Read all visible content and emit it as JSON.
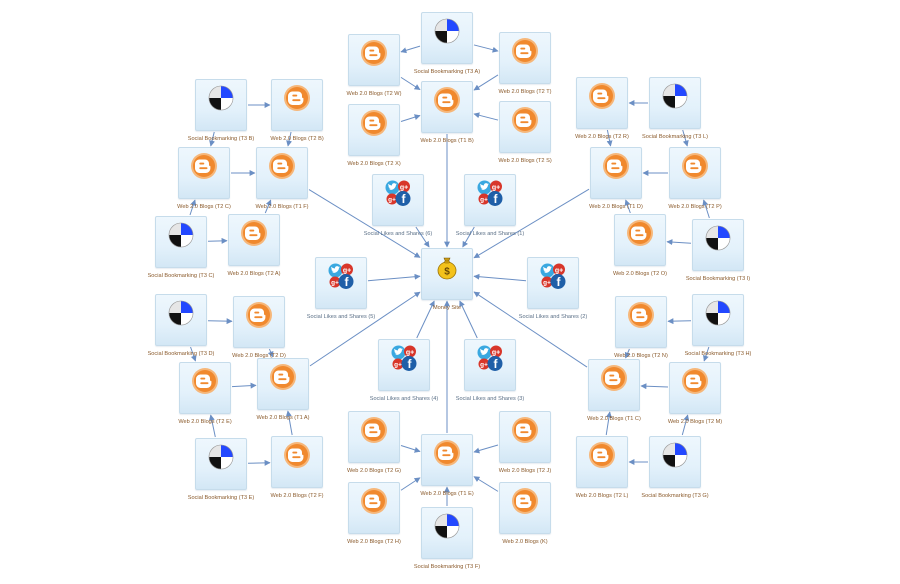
{
  "colors": {
    "edge": "#6b8fc4",
    "node_border": "#c6dceb",
    "blogger_orange": "#f0892e",
    "blogger_ring": "#f6b77a",
    "social_blue": "#1f5fa8",
    "bookmark_blue": "#2348ff"
  },
  "center": {
    "label": "Money Site",
    "icon": "money-bag-icon"
  },
  "social_likes": [
    {
      "id": "s1",
      "label": "Social Likes and Shares (1)",
      "icon": "social-cluster-icon"
    },
    {
      "id": "s2",
      "label": "Social Likes and Shares (2)",
      "icon": "social-cluster-icon"
    },
    {
      "id": "s3",
      "label": "Social Likes and Shares (3)",
      "icon": "social-cluster-icon"
    },
    {
      "id": "s4",
      "label": "Social Likes and Shares (4)",
      "icon": "social-cluster-icon"
    },
    {
      "id": "s5",
      "label": "Social Likes and Shares (5)",
      "icon": "social-cluster-icon"
    },
    {
      "id": "s6",
      "label": "Social Likes and Shares (6)",
      "icon": "social-cluster-icon"
    }
  ],
  "tier1": [
    {
      "id": "T1A",
      "label": "Web 2.0 Blogs (T1 A)",
      "icon": "blogger-icon"
    },
    {
      "id": "T1B",
      "label": "Web 2.0 Blogs (T1 B)",
      "icon": "blogger-icon"
    },
    {
      "id": "T1C",
      "label": "Web 2.0 Blogs (T1 C)",
      "icon": "blogger-icon"
    },
    {
      "id": "T1D",
      "label": "Web 2.0 Blogs (T1 D)",
      "icon": "blogger-icon"
    },
    {
      "id": "T1E",
      "label": "Web 2.0 Blogs (T1 E)",
      "icon": "blogger-icon"
    },
    {
      "id": "T1F",
      "label": "Web 2.0 Blogs (T1 F)",
      "icon": "blogger-icon"
    }
  ],
  "tier2": [
    {
      "id": "T2A",
      "label": "Web 2.0 Blogs (T2 A)",
      "icon": "blogger-icon"
    },
    {
      "id": "T2B",
      "label": "Web 2.0 Blogs (T2 B)",
      "icon": "blogger-icon"
    },
    {
      "id": "T2C",
      "label": "Web 2.0 Blogs (T2 C)",
      "icon": "blogger-icon"
    },
    {
      "id": "T2D",
      "label": "Web 2.0 Blogs (T2 D)",
      "icon": "blogger-icon"
    },
    {
      "id": "T2E",
      "label": "Web 2.0 Blogs (T2 E)",
      "icon": "blogger-icon"
    },
    {
      "id": "T2F",
      "label": "Web 2.0 Blogs (T2 F)",
      "icon": "blogger-icon"
    },
    {
      "id": "T2G",
      "label": "Web 2.0 Blogs (T2 G)",
      "icon": "blogger-icon"
    },
    {
      "id": "T2H",
      "label": "Web 2.0 Blogs (T2 H)",
      "icon": "blogger-icon"
    },
    {
      "id": "T2J",
      "label": "Web 2.0 Blogs (T2 J)",
      "icon": "blogger-icon"
    },
    {
      "id": "T2K",
      "label": "Web 2.0 Blogs (K)",
      "icon": "blogger-icon"
    },
    {
      "id": "T2L",
      "label": "Web 2.0 Blogs (T2 L)",
      "icon": "blogger-icon"
    },
    {
      "id": "T2M",
      "label": "Web 2.0 Blogs (T2 M)",
      "icon": "blogger-icon"
    },
    {
      "id": "T2N",
      "label": "Web 2.0 Blogs (T2 N)",
      "icon": "blogger-icon"
    },
    {
      "id": "T2O",
      "label": "Web 2.0 Blogs (T2 O)",
      "icon": "blogger-icon"
    },
    {
      "id": "T2P",
      "label": "Web 2.0 Blogs (T2 P)",
      "icon": "blogger-icon"
    },
    {
      "id": "T2R",
      "label": "Web 2.0 Blogs (T2 R)",
      "icon": "blogger-icon"
    },
    {
      "id": "T2S",
      "label": "Web 2.0 Blogs (T2 S)",
      "icon": "blogger-icon"
    },
    {
      "id": "T2T",
      "label": "Web 2.0 Blogs (T2 T)",
      "icon": "blogger-icon"
    },
    {
      "id": "T2W",
      "label": "Web 2.0 Blogs (T2 W)",
      "icon": "blogger-icon"
    },
    {
      "id": "T2X",
      "label": "Web 2.0 Blogs (T2 X)",
      "icon": "blogger-icon"
    }
  ],
  "tier3": [
    {
      "id": "T3A",
      "label": "Social Bookmarking (T3 A)",
      "icon": "bookmark-quadrant-icon"
    },
    {
      "id": "T3B",
      "label": "Social Bookmarking (T3 B)",
      "icon": "bookmark-quadrant-icon"
    },
    {
      "id": "T3C",
      "label": "Social Bookmarking (T3 C)",
      "icon": "bookmark-quadrant-icon"
    },
    {
      "id": "T3D",
      "label": "Social Bookmarking (T3 D)",
      "icon": "bookmark-quadrant-icon"
    },
    {
      "id": "T3E",
      "label": "Social Bookmarking (T3 E)",
      "icon": "bookmark-quadrant-icon"
    },
    {
      "id": "T3F",
      "label": "Social Bookmarking (T3 F)",
      "icon": "bookmark-quadrant-icon"
    },
    {
      "id": "T3G",
      "label": "Social Bookmarking (T3 G)",
      "icon": "bookmark-quadrant-icon"
    },
    {
      "id": "T3H",
      "label": "Social Bookmarking (T3 H)",
      "icon": "bookmark-quadrant-icon"
    },
    {
      "id": "T3I",
      "label": "Social Bookmarking (T3 I)",
      "icon": "bookmark-quadrant-icon"
    },
    {
      "id": "T3L",
      "label": "Social Bookmarking (T3 L)",
      "icon": "bookmark-quadrant-icon"
    }
  ],
  "edges": [
    [
      "s1",
      "MS"
    ],
    [
      "s2",
      "MS"
    ],
    [
      "s3",
      "MS"
    ],
    [
      "s4",
      "MS"
    ],
    [
      "s5",
      "MS"
    ],
    [
      "s6",
      "MS"
    ],
    [
      "T1A",
      "MS"
    ],
    [
      "T1B",
      "MS"
    ],
    [
      "T1C",
      "MS"
    ],
    [
      "T1D",
      "MS"
    ],
    [
      "T1E",
      "MS"
    ],
    [
      "T1F",
      "MS"
    ],
    [
      "T2B",
      "T1F"
    ],
    [
      "T2C",
      "T1F"
    ],
    [
      "T2A",
      "T1F"
    ],
    [
      "T3B",
      "T2B"
    ],
    [
      "T3B",
      "T2C"
    ],
    [
      "T3C",
      "T2C"
    ],
    [
      "T3C",
      "T2A"
    ],
    [
      "T2W",
      "T1B"
    ],
    [
      "T2T",
      "T1B"
    ],
    [
      "T2X",
      "T1B"
    ],
    [
      "T2S",
      "T1B"
    ],
    [
      "T3A",
      "T2W"
    ],
    [
      "T3A",
      "T2T"
    ],
    [
      "T2R",
      "T1D"
    ],
    [
      "T2P",
      "T1D"
    ],
    [
      "T2O",
      "T1D"
    ],
    [
      "T3L",
      "T2R"
    ],
    [
      "T3L",
      "T2P"
    ],
    [
      "T3I",
      "T2P"
    ],
    [
      "T3I",
      "T2O"
    ],
    [
      "T2D",
      "T1A"
    ],
    [
      "T2E",
      "T1A"
    ],
    [
      "T2F",
      "T1A"
    ],
    [
      "T3D",
      "T2D"
    ],
    [
      "T3D",
      "T2E"
    ],
    [
      "T3E",
      "T2E"
    ],
    [
      "T3E",
      "T2F"
    ],
    [
      "T2G",
      "T1E"
    ],
    [
      "T2J",
      "T1E"
    ],
    [
      "T2H",
      "T1E"
    ],
    [
      "T2K",
      "T1E"
    ],
    [
      "T3F",
      "T1E"
    ],
    [
      "T2N",
      "T1C"
    ],
    [
      "T2M",
      "T1C"
    ],
    [
      "T2L",
      "T1C"
    ],
    [
      "T3H",
      "T2N"
    ],
    [
      "T3H",
      "T2M"
    ],
    [
      "T3G",
      "T2M"
    ],
    [
      "T3G",
      "T2L"
    ]
  ]
}
